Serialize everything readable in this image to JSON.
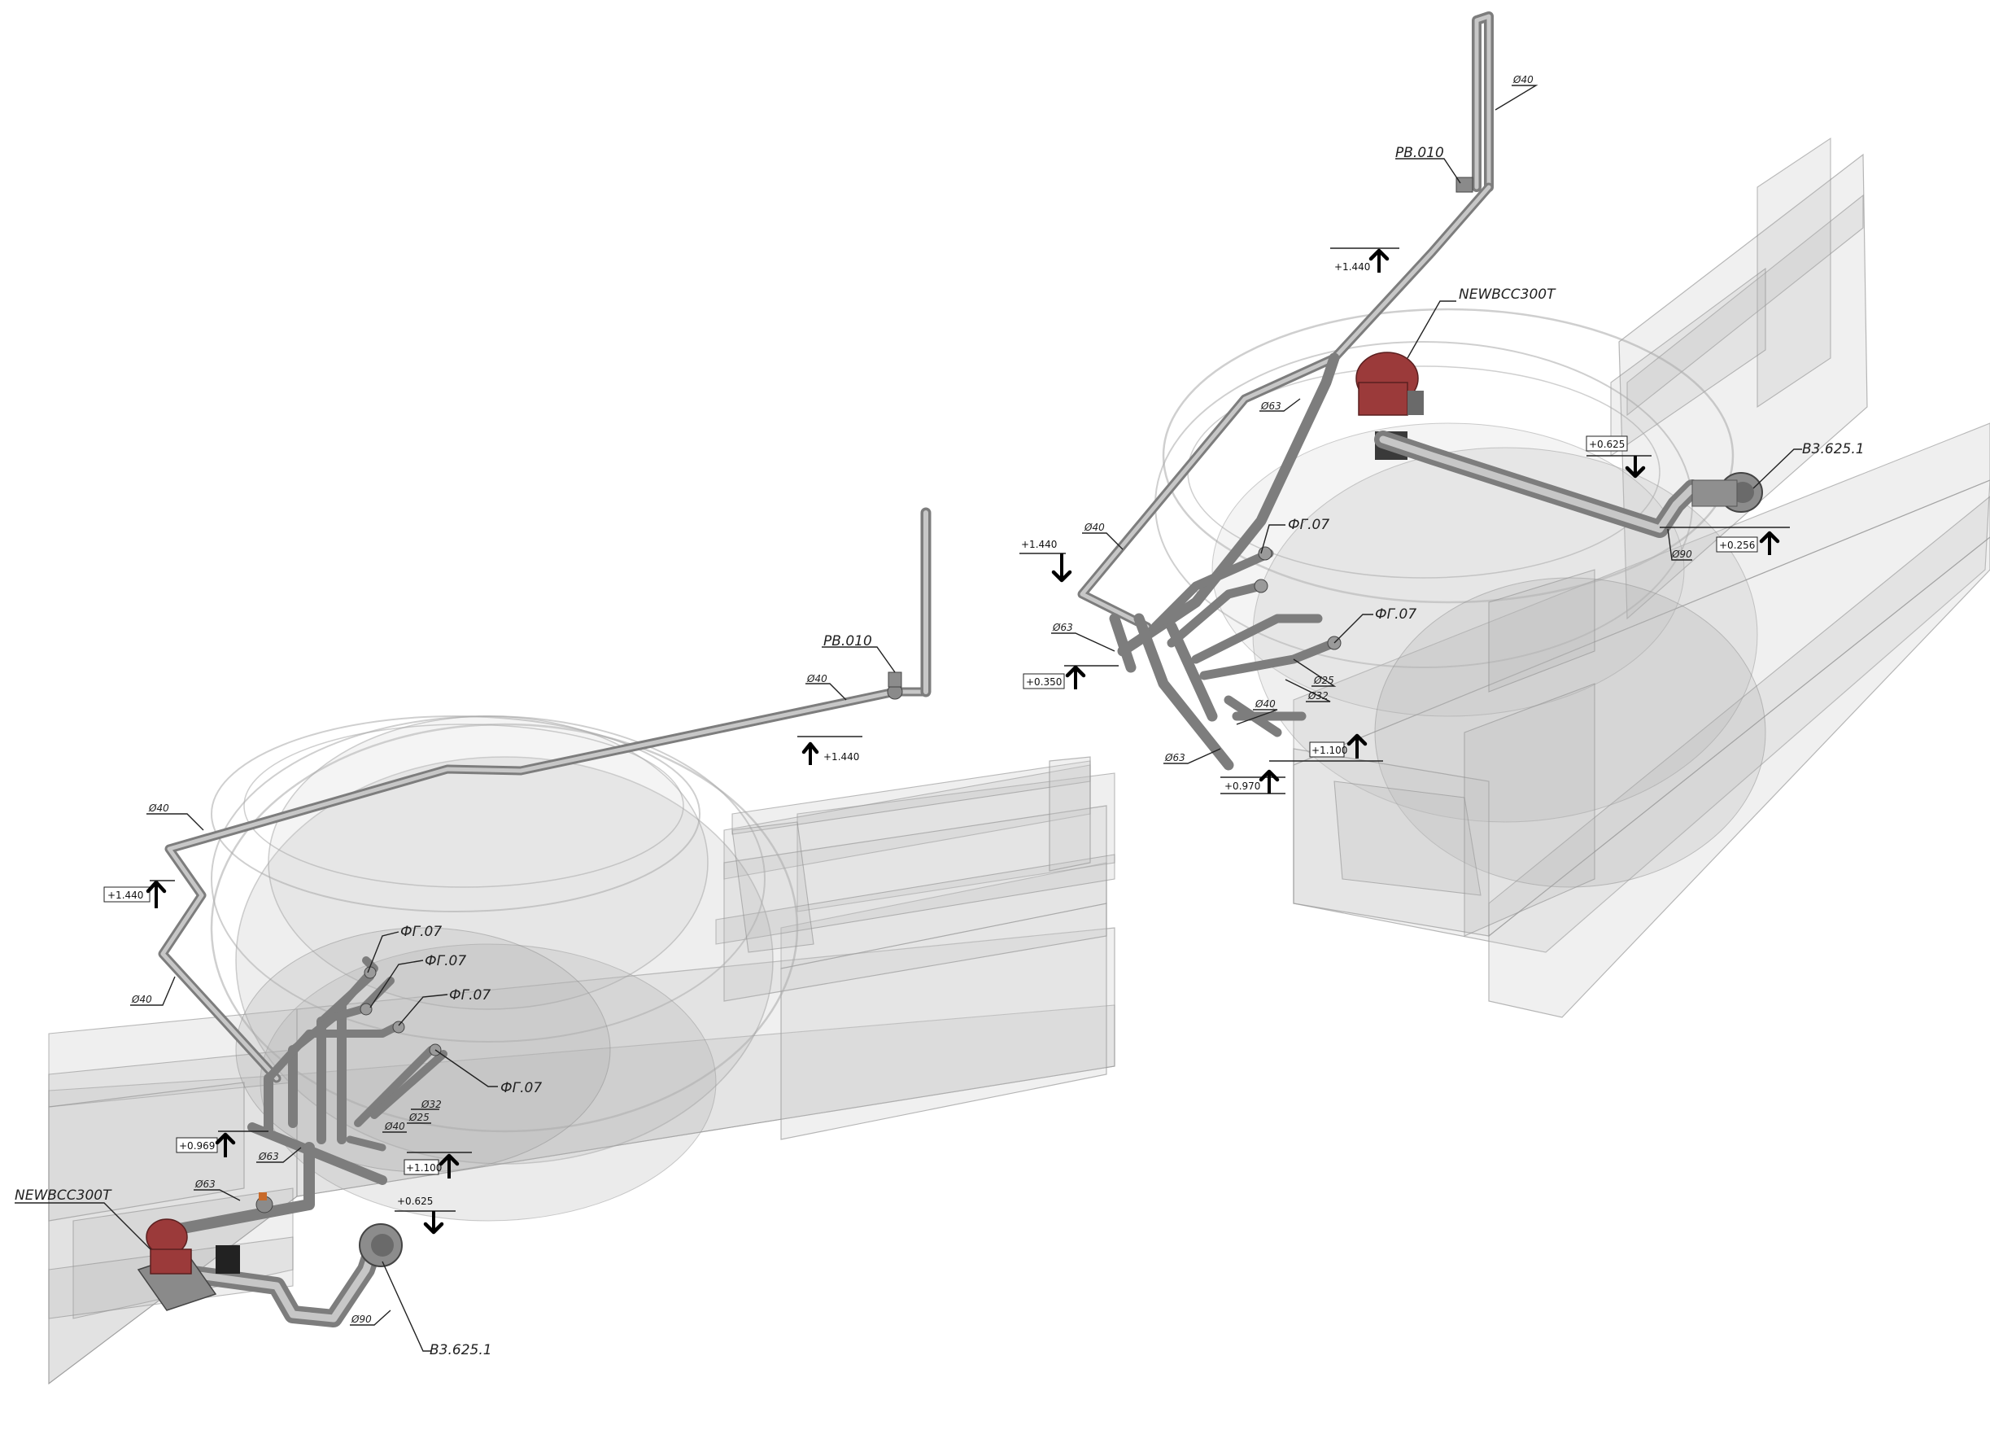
{
  "left_assembly": {
    "vent": "PB.010",
    "pump": "NEWBCC300T",
    "inlet": "B3.625.1",
    "filters": [
      "ФГ.07",
      "ФГ.07",
      "ФГ.07",
      "ФГ.07"
    ],
    "diameters": {
      "d40_top": "Ø40",
      "d40_mid": "Ø40",
      "d40_low": "Ø40",
      "d40_branch": "Ø40",
      "d32": "Ø32",
      "d25": "Ø25",
      "d63_a": "Ø63",
      "d63_b": "Ø63",
      "d90": "Ø90"
    },
    "elevations": {
      "top": "+1.440",
      "mid": "+1.440",
      "e969": "+0.969",
      "e1100": "+1.100",
      "e625": "+0.625"
    }
  },
  "right_assembly": {
    "vent": "PB.010",
    "pump": "NEWBCC300T",
    "inlet": "B3.625.1",
    "filters": [
      "ФГ.07",
      "ФГ.07"
    ],
    "diameters": {
      "d40_top": "Ø40",
      "d63_top": "Ø63",
      "d40_left": "Ø40",
      "d63_left": "Ø63",
      "d63_bottom": "Ø63",
      "d25": "Ø25",
      "d32": "Ø32",
      "d40_branch": "Ø40",
      "d90": "Ø90"
    },
    "elevations": {
      "top": "+1.440",
      "left": "+1.440",
      "e350": "+0.350",
      "e970": "+0.970",
      "e1100": "+1.100",
      "e625": "+0.625",
      "e256": "+0.256"
    }
  }
}
